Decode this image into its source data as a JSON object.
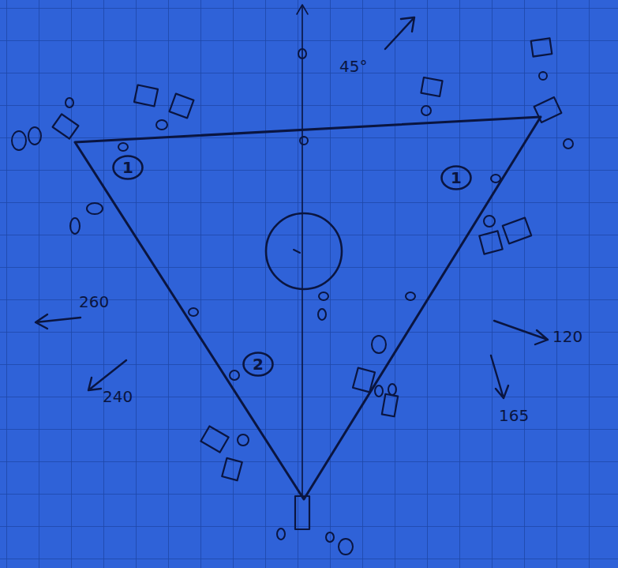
{
  "diagram": {
    "nodes": [
      {
        "text": [
          "1"
        ]
      },
      {
        "text": [
          "1"
        ]
      },
      {
        "text": [
          "2"
        ]
      }
    ],
    "labels": [
      "45°",
      "260",
      "240",
      "120",
      "165"
    ]
  }
}
